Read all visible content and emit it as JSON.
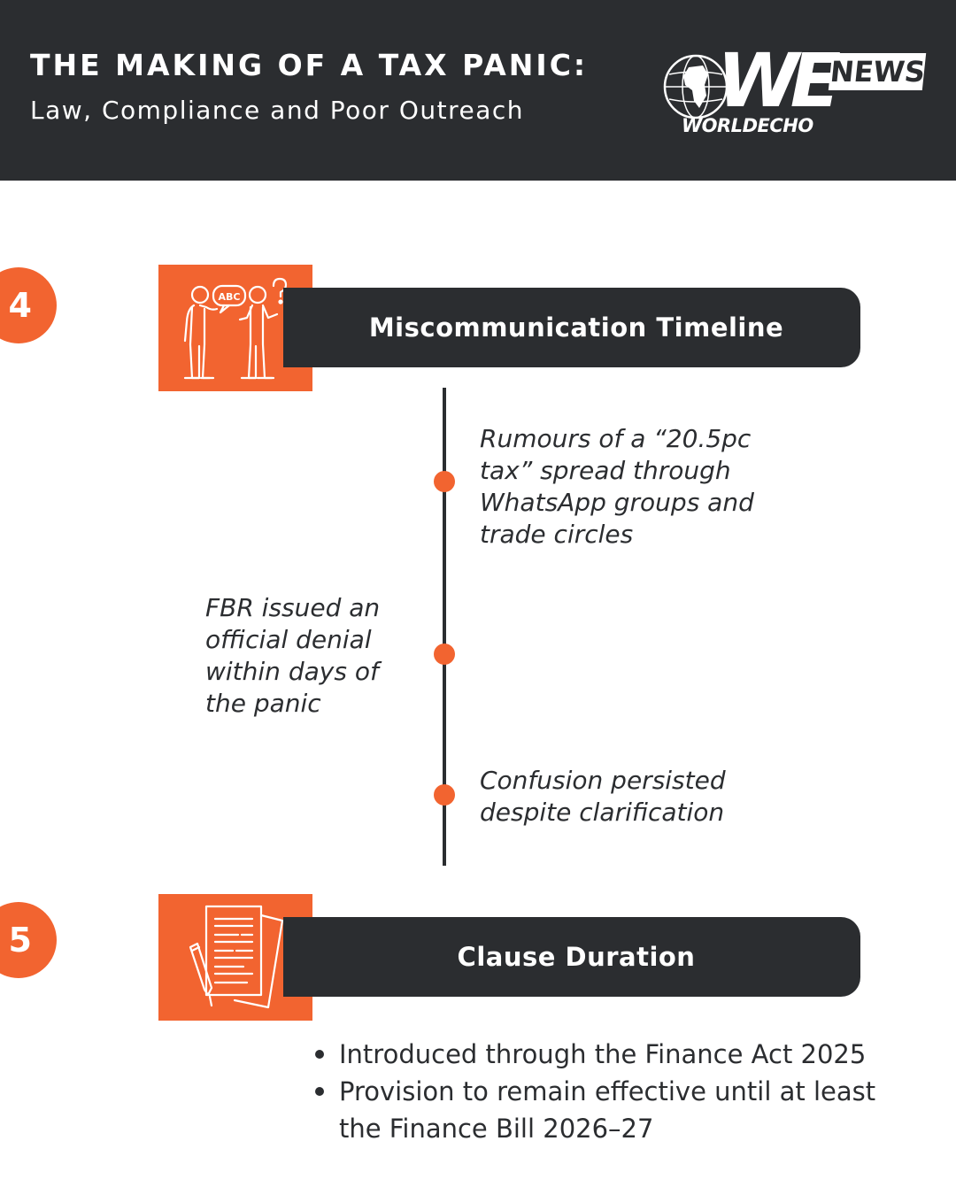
{
  "header": {
    "title": "THE MAKING OF A TAX PANIC:",
    "subtitle": "Law, Compliance and Poor Outreach",
    "logo": {
      "mark": "WE",
      "badge": "NEWS",
      "name": "WORLDECHO"
    }
  },
  "sections": [
    {
      "number": "4",
      "title": "Miscommunication Timeline",
      "icon": "people-talking-icon",
      "icon_text": "ABC",
      "events": [
        "Rumours of a “20.5pc tax” spread through WhatsApp groups and trade circles",
        "FBR issued an official denial within days of the panic",
        "Confusion persisted despite clarification"
      ]
    },
    {
      "number": "5",
      "title": "Clause Duration",
      "icon": "document-pen-icon",
      "bullets": [
        "Introduced through the Finance Act 2025",
        "Provision to remain effective until at least the Finance Bill 2026–27"
      ]
    }
  ],
  "colors": {
    "accent": "#f26430",
    "dark": "#2b2d30",
    "background": "#ffffff"
  }
}
